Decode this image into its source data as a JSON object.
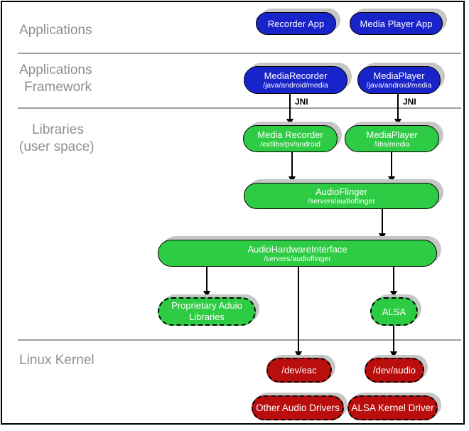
{
  "sections": {
    "applications": "Applications",
    "framework_line1": "Applications",
    "framework_line2": "Framework",
    "libraries_line1": "Libraries",
    "libraries_line2": "(user space)",
    "linux_kernel": "Linux Kernel"
  },
  "nodes": {
    "recorder_app": {
      "title": "Recorder App"
    },
    "media_player_app": {
      "title": "Media Player App"
    },
    "media_recorder_framework": {
      "title": "MediaRecorder",
      "subtitle": "/java/android/media"
    },
    "media_player_framework": {
      "title": "MediaPlayer",
      "subtitle": "/java/android/media"
    },
    "media_recorder_library": {
      "title": "Media Recorder",
      "subtitle": "/extlibs/pv/android"
    },
    "media_player_library": {
      "title": "MediaPlayer",
      "subtitle": "/libs/media"
    },
    "audio_flinger": {
      "title": "AudioFlinger",
      "subtitle": "/servers/audioflinger"
    },
    "audio_hardware_interface": {
      "title": "AudioHardwareInterface",
      "subtitle": "/servers/audioflinger"
    },
    "proprietary_audio_libraries": {
      "title": "Proprietary Aduio Libraries"
    },
    "alsa": {
      "title": "ALSA"
    },
    "dev_eac": {
      "title": "/dev/eac"
    },
    "dev_audio": {
      "title": "/dev/audio"
    },
    "other_audio_drivers": {
      "title": "Other Audio Drivers"
    },
    "alsa_kernel_driver": {
      "title": "ALSA Kernel Driver"
    }
  },
  "edge_labels": {
    "jni_left": "JNI",
    "jni_right": "JNI"
  },
  "colors": {
    "app_blue": "#1823C9",
    "lib_green": "#2ECC44",
    "kernel_red": "#BA0D0D",
    "shadow_gray": "#C6C6C6",
    "divider_gray": "#9C9C9C",
    "label_gray": "#8F8F8F",
    "arrow_black": "#000000"
  }
}
